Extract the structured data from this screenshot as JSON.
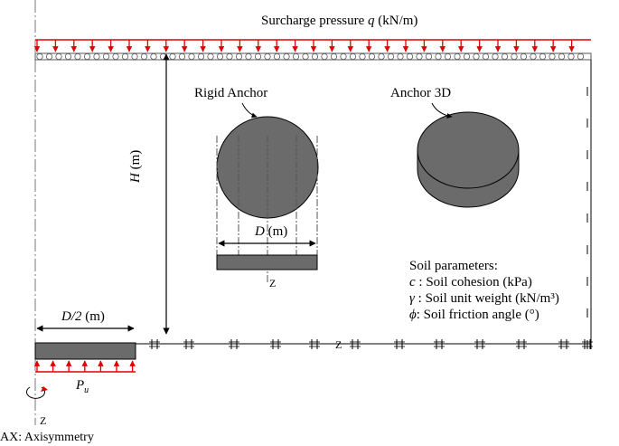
{
  "surcharge": {
    "label": "Surcharge pressure",
    "symbol": "q",
    "unit": "(kN/m)"
  },
  "height": {
    "symbol": "H",
    "unit": "(m)"
  },
  "half_width": {
    "symbol": "D/2",
    "unit": "(m)"
  },
  "diameter": {
    "symbol": "D",
    "unit": "(m)"
  },
  "rigid_anchor": {
    "label": "Rigid Anchor"
  },
  "anchor_3d": {
    "label": "Anchor 3D"
  },
  "pullout": {
    "symbol": "P",
    "subscript": "u"
  },
  "axis_labels": {
    "z_anchor": "Z",
    "z_bottom": "Z",
    "z_axis": "Z"
  },
  "axisymmetry": {
    "label": "AX: Axisymmetry"
  },
  "soil": {
    "title": "Soil parameters:",
    "params": [
      {
        "symbol": "c",
        "text": " : Soil cohesion (kPa)"
      },
      {
        "symbol": "γ",
        "text": " : Soil unit weight (kN/m³)"
      },
      {
        "symbol": "ϕ",
        "text": ": Soil friction angle (°)"
      }
    ]
  },
  "colors": {
    "load_arrows": "#e00000",
    "anchor_fill": "#6b6b6b",
    "rotation_arrow": "#e00000"
  }
}
